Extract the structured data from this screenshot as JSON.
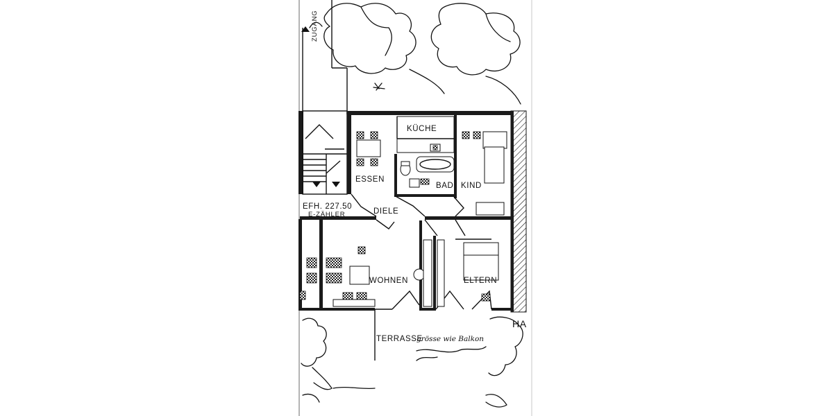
{
  "plan": {
    "zugang": "ZUGANG",
    "efh": "EFH. 227.50",
    "ezaehler": "E-ZÄHLER",
    "rooms": {
      "kueche": "KÜCHE",
      "essen": "ESSEN",
      "bad": "BAD",
      "kind": "KIND",
      "diele": "DIELE",
      "wohnen": "WOHNEN",
      "eltern": "ELTERN"
    },
    "terrasse": "TERRASSE",
    "terrasse_note": "grösse wie Balkon",
    "ha": "HA"
  }
}
